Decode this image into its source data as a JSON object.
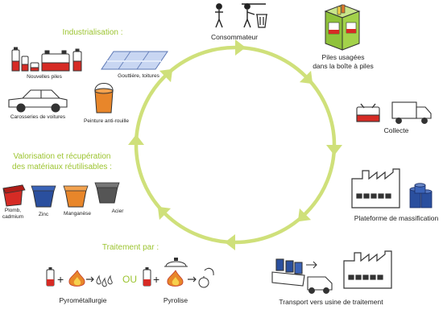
{
  "colors": {
    "cycle": "#cfe07a",
    "heading": "#9cc430",
    "red": "#d62b25",
    "orange": "#e8862a",
    "blue": "#2a4f9e",
    "box_green": "#9ccc3c"
  },
  "cycle": {
    "direction": "clockwise",
    "stages": [
      "Consommateur",
      "Piles usagées dans la boîte à piles",
      "Collecte",
      "Plateforme de massification",
      "Transport vers usine de traitement",
      "Traitement",
      "Valorisation",
      "Industrialisation"
    ]
  },
  "consommateur": {
    "label": "Consommateur",
    "icons": [
      "person-icon",
      "person-recycling-icon",
      "trash-bin-icon"
    ]
  },
  "piles_usagees": {
    "line1": "Piles usagées",
    "line2": "dans la boîte à piles"
  },
  "collecte": {
    "label": "Collecte"
  },
  "plateforme": {
    "label": "Plateforme de massification"
  },
  "transport": {
    "label": "Transport vers usine de traitement"
  },
  "traitement": {
    "title": "Traitement par :",
    "or_label": "OU",
    "pyrometallurgie": "Pyrométallurgie",
    "pyrolise": "Pyrolise"
  },
  "valorisation": {
    "title_line1": "Valorisation et récupération",
    "title_line2": "des matériaux réutilisables :",
    "materials": {
      "plomb_line1": "Plomb,",
      "plomb_line2": "cadmium",
      "zinc": "Zinc",
      "manganese": "Manganèse",
      "acier": "Acier"
    }
  },
  "industrialisation": {
    "title": "Industrialisation :",
    "nouvelles_piles": "Nouvelles piles",
    "gouttiere": "Gouttière, toitures",
    "carosseries": "Carosseries de voitures",
    "peinture": "Peinture anti-rouille"
  }
}
